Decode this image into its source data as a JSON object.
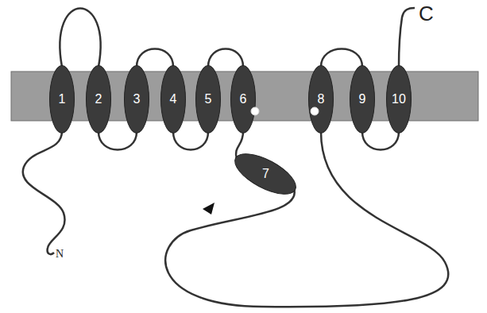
{
  "diagram": {
    "nodes": [
      {
        "text": [
          "1"
        ]
      },
      {
        "text": [
          "2"
        ]
      },
      {
        "text": [
          "3"
        ]
      },
      {
        "text": [
          "4"
        ]
      },
      {
        "text": [
          "5"
        ]
      },
      {
        "text": [
          "6"
        ]
      },
      {
        "text": [
          "7"
        ]
      },
      {
        "text": [
          "8"
        ]
      },
      {
        "text": [
          "9"
        ]
      },
      {
        "text": [
          "10"
        ]
      }
    ],
    "edges": [
      {
        "from": 0,
        "to": 1,
        "arrow": "none"
      },
      {
        "from": 1,
        "to": 2,
        "arrow": "none"
      },
      {
        "from": 2,
        "to": 3,
        "arrow": "none"
      },
      {
        "from": 3,
        "to": 4,
        "arrow": "none"
      },
      {
        "from": 4,
        "to": 5,
        "arrow": "none"
      },
      {
        "from": 5,
        "to": 6,
        "arrow": "none"
      },
      {
        "from": 6,
        "to": 7,
        "arrow": "none"
      },
      {
        "from": 7,
        "to": 8,
        "arrow": "none"
      },
      {
        "from": 8,
        "to": 9,
        "arrow": "none"
      }
    ],
    "labels": [
      "N",
      "C"
    ]
  }
}
